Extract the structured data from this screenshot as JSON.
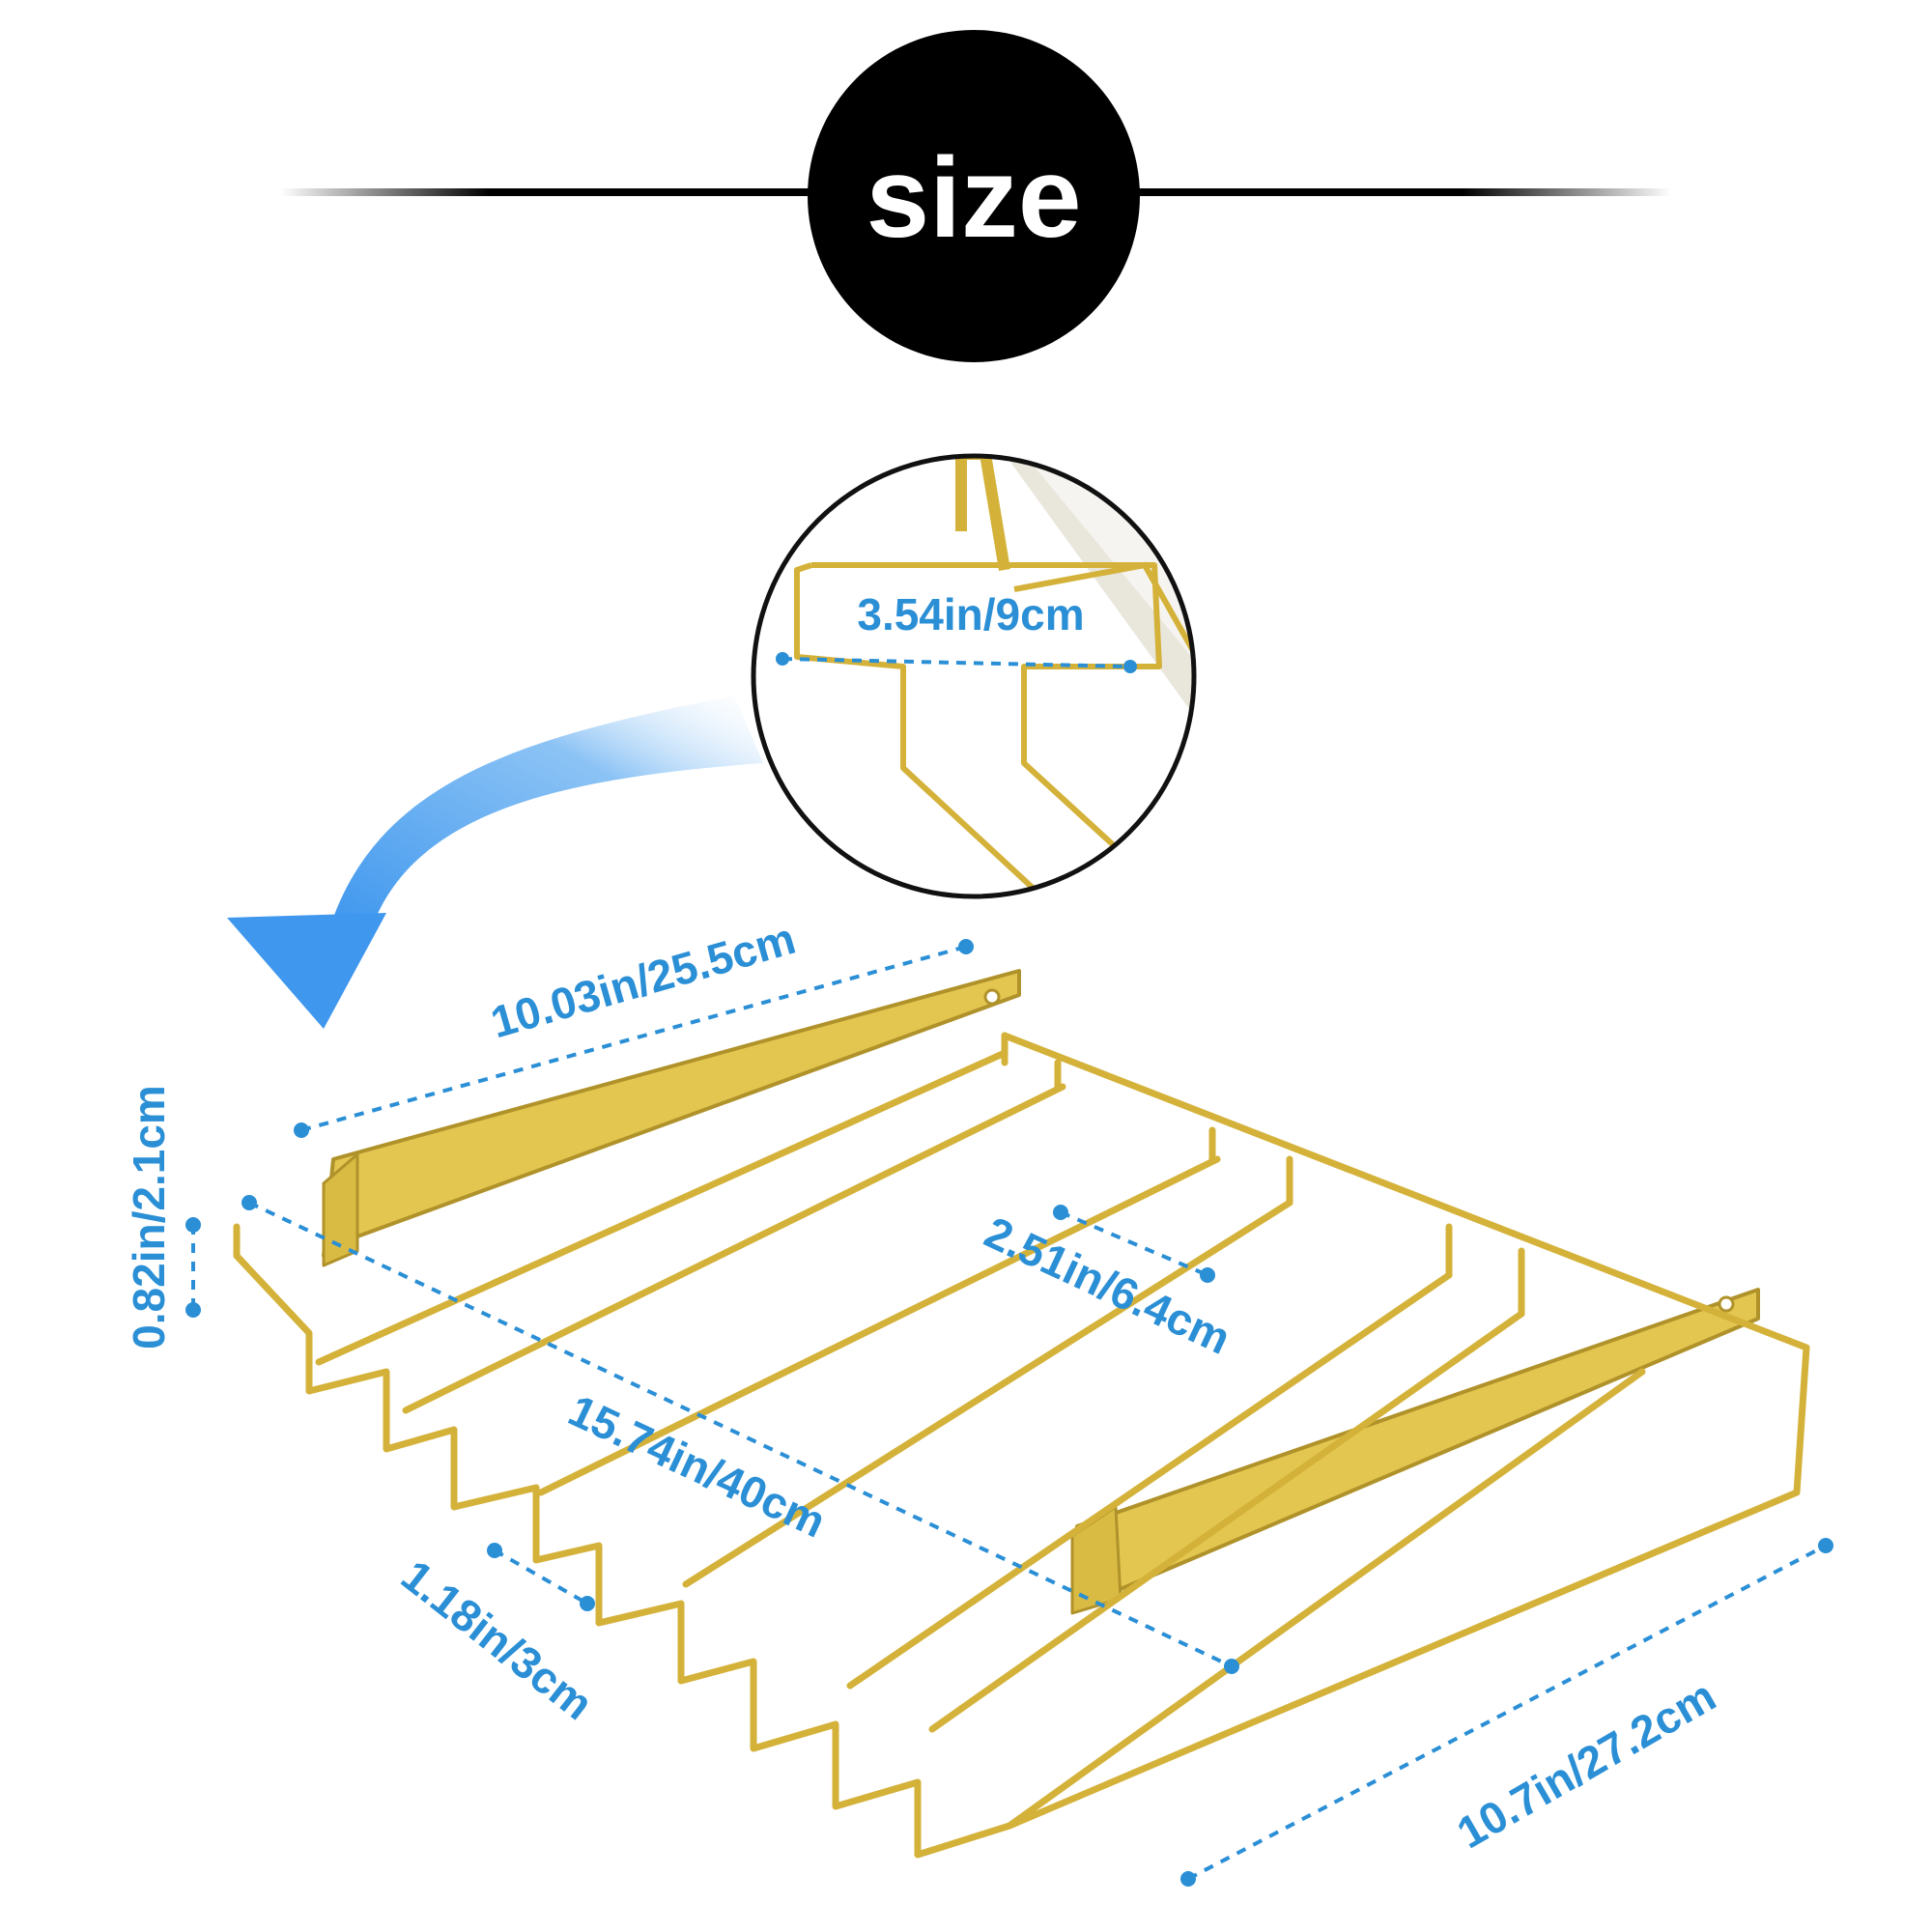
{
  "header": {
    "title": "size"
  },
  "colors": {
    "background": "#ffffff",
    "badge": "#000000",
    "title_text": "#ffffff",
    "dimension": "#2b8fd6",
    "arrow": "#5aa8f0",
    "rack_wire": "#d4b23a",
    "rack_shadow": "#b0922a",
    "bracket_top": "#e8cc5a",
    "inset_border": "#111111"
  },
  "icons": {
    "pointer_arrow": "curved-arrow-icon"
  },
  "inset": {
    "label": "3.54in/9cm"
  },
  "dimensions": {
    "top_length": "10.03in/25.5cm",
    "height": "0.82in/2.1cm",
    "slot_width": "2.51in/6.4cm",
    "total_length": "15.74in/40cm",
    "gap": "1.18in/3cm",
    "depth": "10.7in/27.2cm"
  }
}
